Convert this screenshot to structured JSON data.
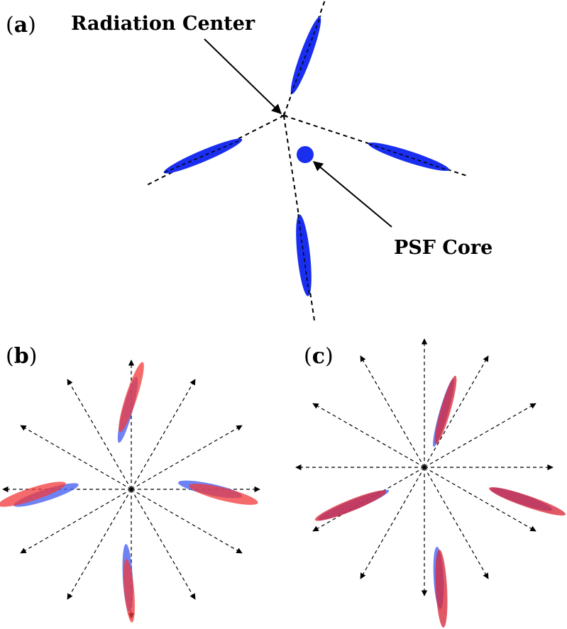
{
  "panels": {
    "a": {
      "label_open": "(",
      "label_letter": "a",
      "label_close": ")",
      "annotation_radiation_center": "Radiation Center",
      "annotation_psf_core": "PSF Core"
    },
    "b": {
      "label_open": "(",
      "label_letter": "b",
      "label_close": ")"
    },
    "c": {
      "label_open": "(",
      "label_letter": "c",
      "label_close": ")"
    }
  },
  "colors": {
    "blue": "#1a2ef0",
    "blue_translucent": "#4a63f0",
    "red_translucent": "#f23a3a",
    "line": "#000000"
  }
}
